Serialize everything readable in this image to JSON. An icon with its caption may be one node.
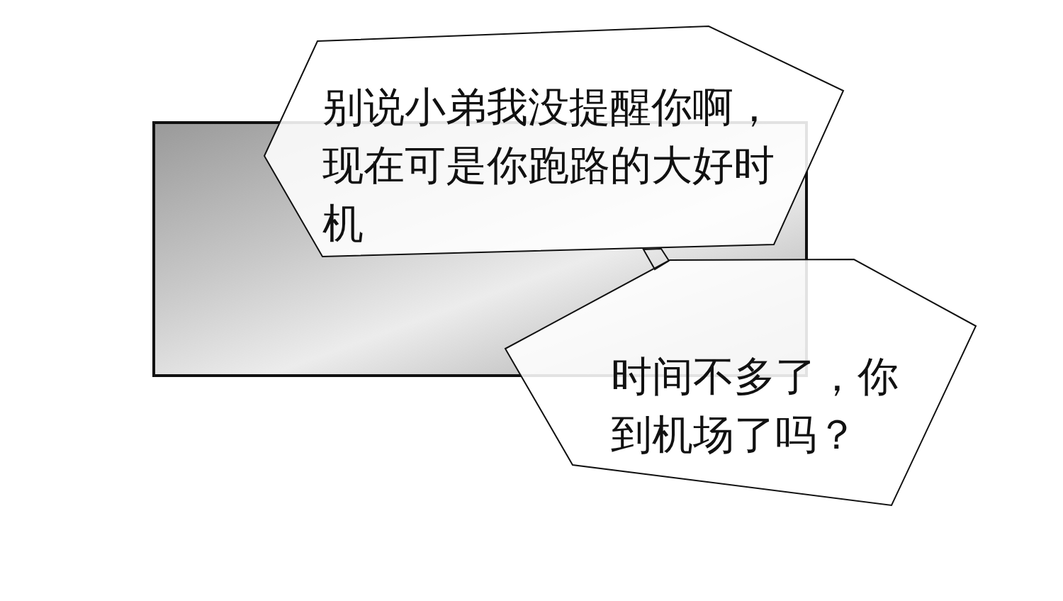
{
  "diagram": {
    "nodes": [
      {
        "text": [
          "别说小弟我没提醒你啊，现在可是你跑路的大好时机"
        ]
      },
      {
        "text": [
          "时间不多了，你到机场了吗？"
        ]
      }
    ],
    "edges": [
      {
        "from": 0,
        "to": 1,
        "arrow": "none"
      }
    ]
  }
}
